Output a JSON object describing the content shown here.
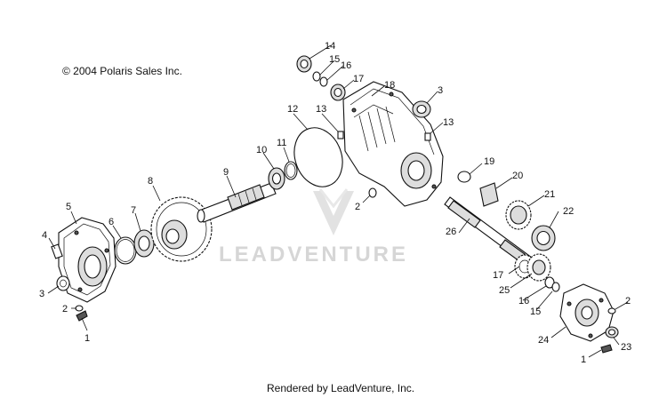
{
  "copyright": "© 2004 Polaris Sales Inc.",
  "footer": "Rendered by LeadVenture, Inc.",
  "watermark": "LEADVENTURE",
  "callouts": {
    "p1a": "1",
    "p1b": "1",
    "p2a": "2",
    "p2b": "2",
    "p2c": "2",
    "p3a": "3",
    "p3b": "3",
    "p4": "4",
    "p5": "5",
    "p6": "6",
    "p7": "7",
    "p8": "8",
    "p9": "9",
    "p10": "10",
    "p11": "11",
    "p12": "12",
    "p13a": "13",
    "p13b": "13",
    "p14": "14",
    "p15a": "15",
    "p15b": "15",
    "p16a": "16",
    "p16b": "16",
    "p17a": "17",
    "p17b": "17",
    "p18": "18",
    "p19": "19",
    "p20": "20",
    "p21": "21",
    "p22": "22",
    "p23": "23",
    "p24": "24",
    "p25": "25",
    "p26": "26"
  }
}
